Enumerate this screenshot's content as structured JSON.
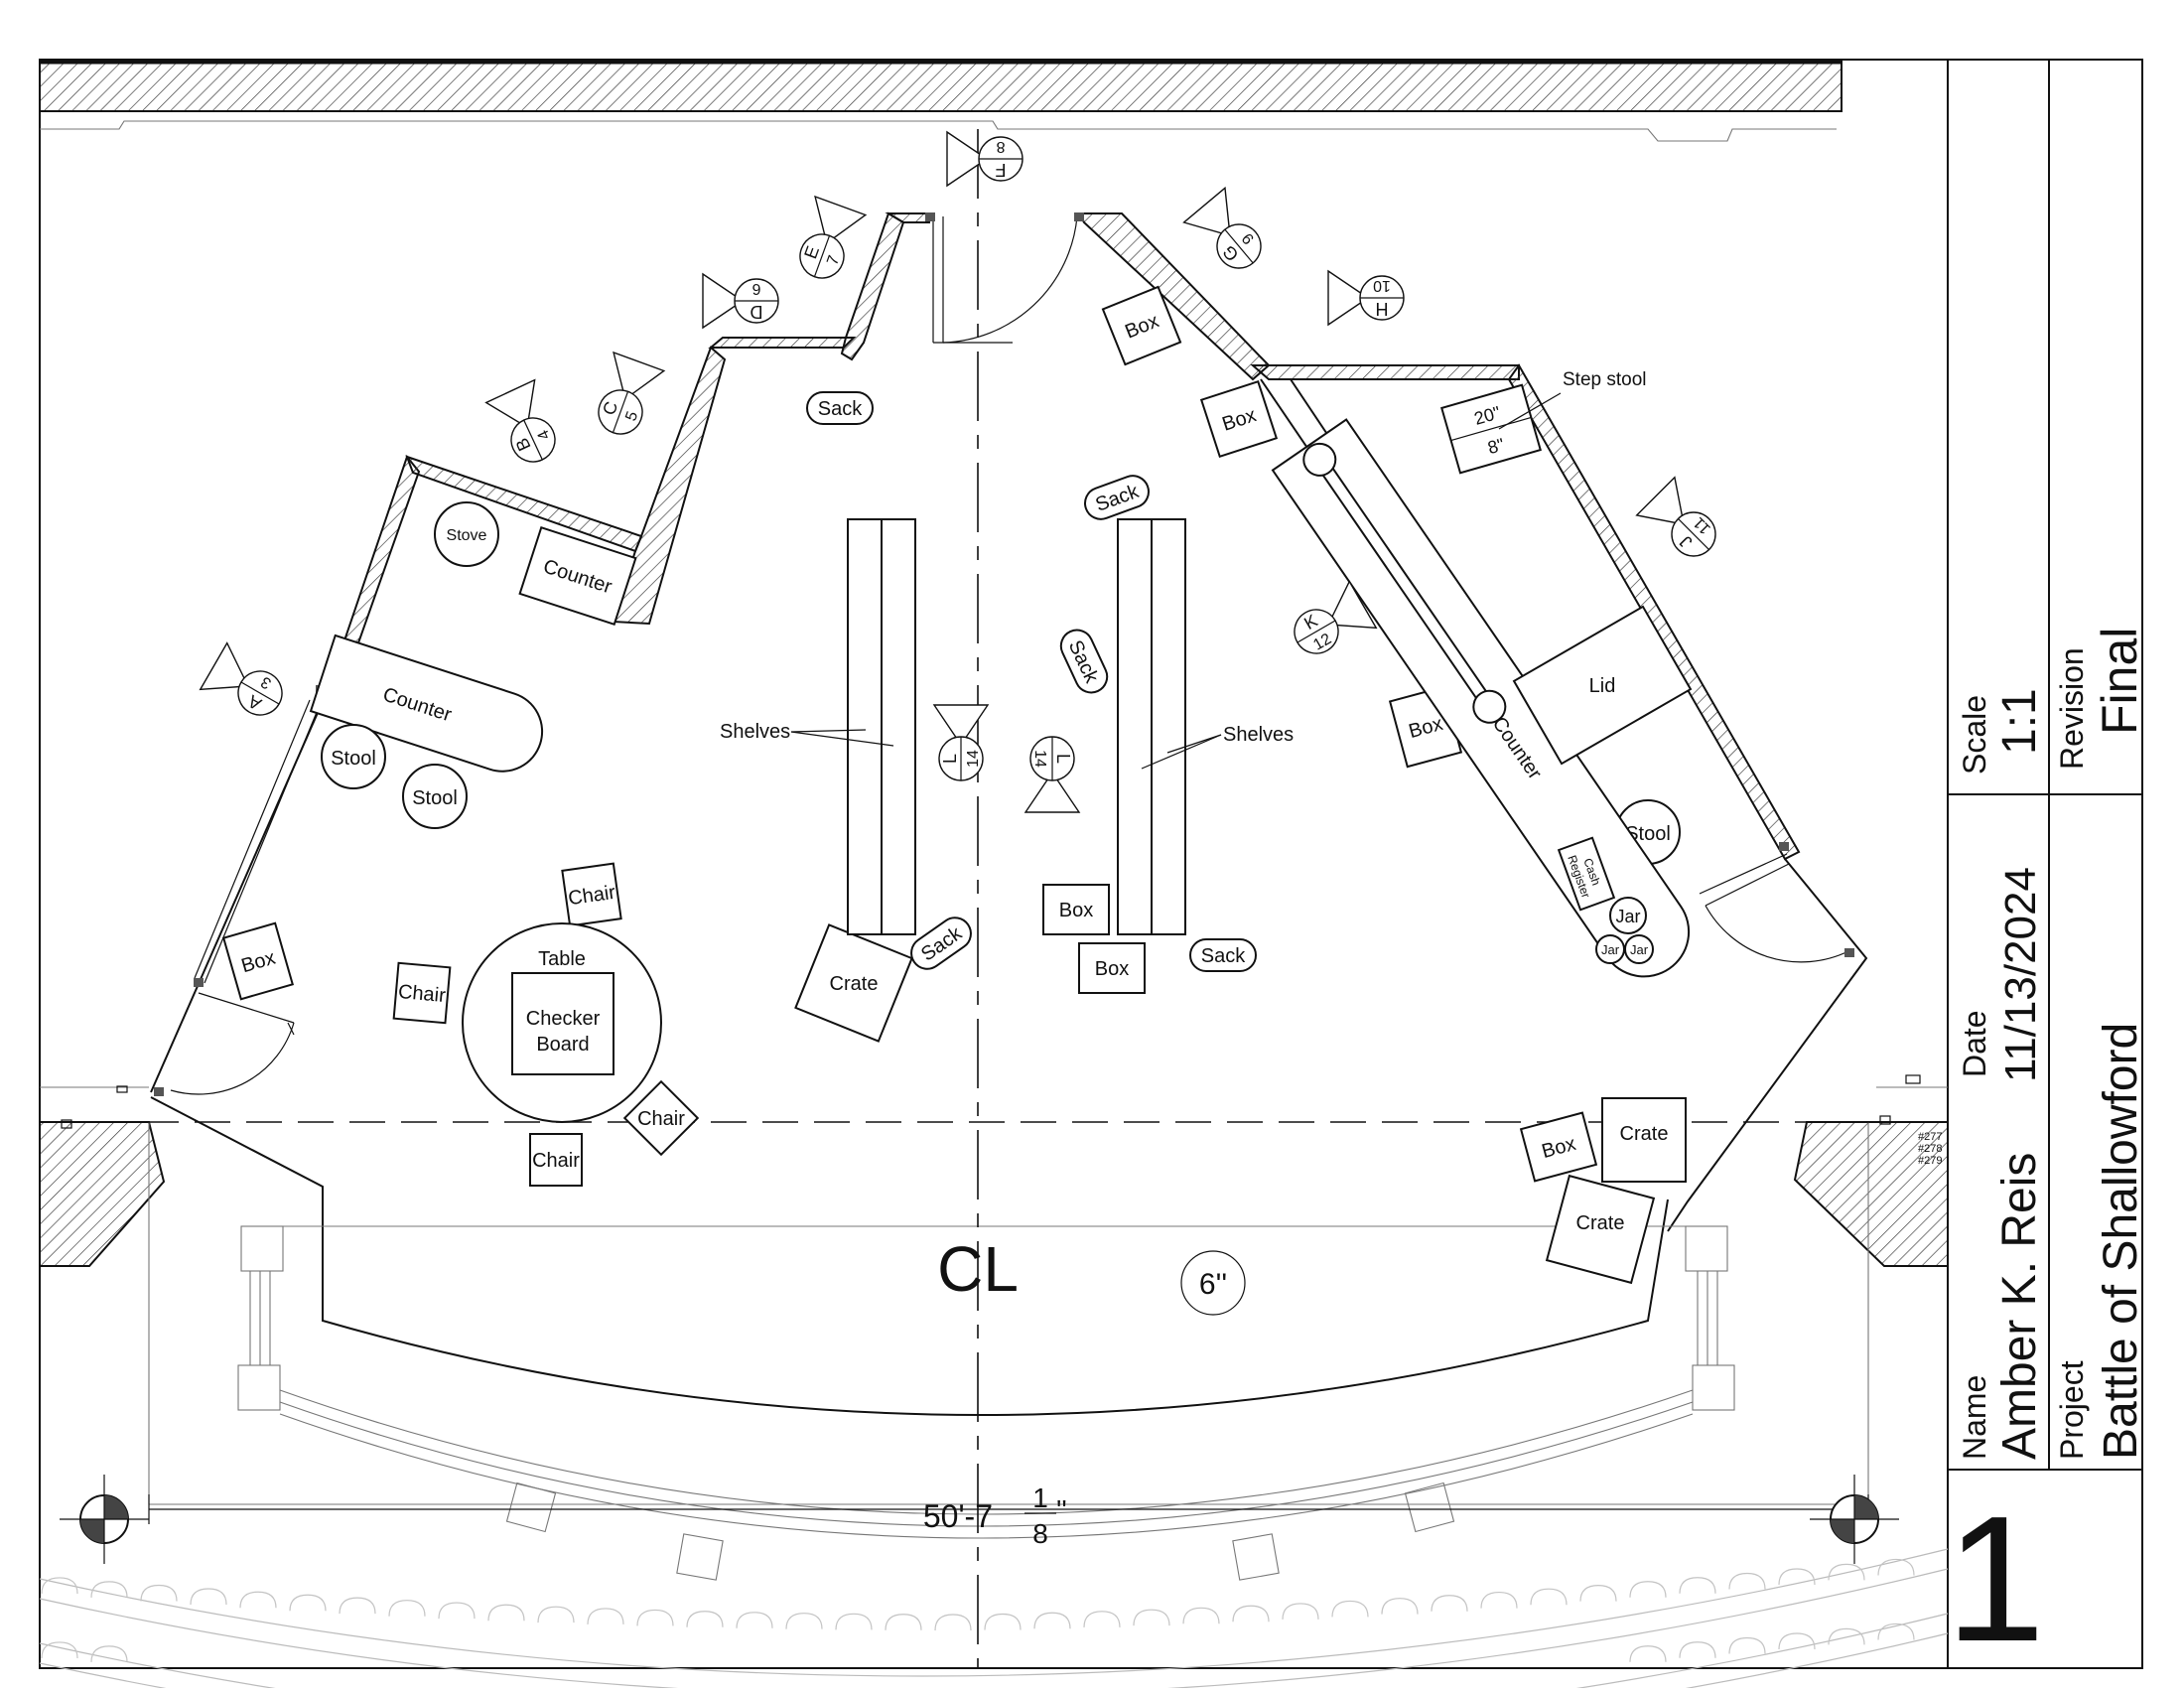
{
  "title_block": {
    "scale_label": "Scale",
    "scale_value": "1:1",
    "revision_label": "Revision",
    "revision_value": "Final",
    "date_label": "Date",
    "date_value": "11/13/2024",
    "name_label": "Name",
    "name_value": "Amber K. Reis",
    "project_label": "Project",
    "project_value": "Battle of Shallowford",
    "sheet_number": "1"
  },
  "props": {
    "stove": "Stove",
    "counter": "Counter",
    "stool": "Stool",
    "chair": "Chair",
    "table": "Table",
    "checker_board_1": "Checker",
    "checker_board_2": "Board",
    "box": "Box",
    "crate": "Crate",
    "sack": "Sack",
    "shelves": "Shelves",
    "lid": "Lid",
    "jar": "Jar",
    "cash_register_1": "Cash",
    "cash_register_2": "Register",
    "step_stool": "Step stool",
    "step_stool_w": "20\"",
    "step_stool_h": "8\""
  },
  "view_markers": [
    {
      "letter": "A",
      "number": "3"
    },
    {
      "letter": "B",
      "number": "4"
    },
    {
      "letter": "C",
      "number": "5"
    },
    {
      "letter": "D",
      "number": "6"
    },
    {
      "letter": "E",
      "number": "7"
    },
    {
      "letter": "F",
      "number": "8"
    },
    {
      "letter": "G",
      "number": "9"
    },
    {
      "letter": "H",
      "number": "10"
    },
    {
      "letter": "J",
      "number": "11"
    },
    {
      "letter": "K",
      "number": "12"
    },
    {
      "letter": "L",
      "number": "14"
    },
    {
      "letter": "L",
      "number": "14"
    }
  ],
  "annotations": {
    "centerline": "CL",
    "elevation": "6''",
    "width_main": "50'-7",
    "width_frac_num": "1",
    "width_frac_den": "8",
    "width_inch": "''",
    "seat_277": "#277",
    "seat_278": "#278",
    "seat_279": "#279"
  }
}
